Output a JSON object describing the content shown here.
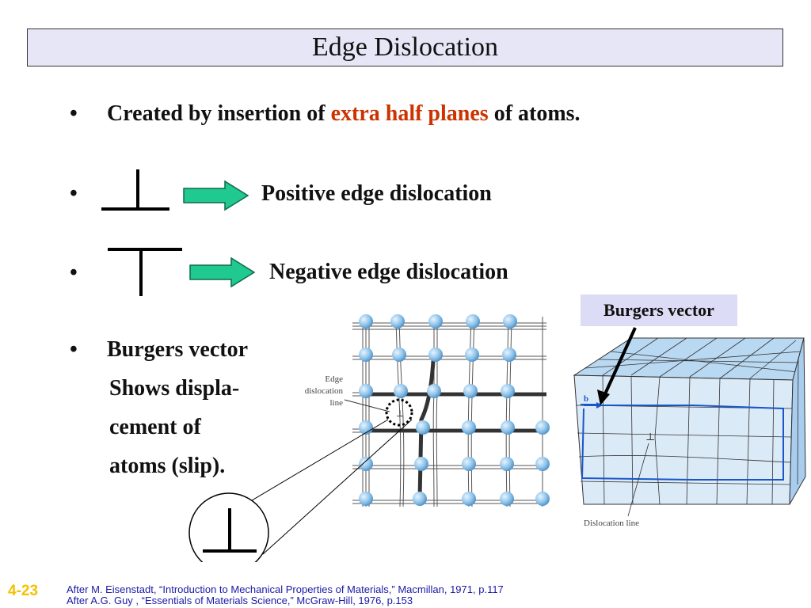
{
  "title": "Edge Dislocation",
  "bullets": {
    "marker": "•",
    "b1_pre": "Created by insertion of ",
    "b1_red": "extra half planes",
    "b1_post": " of atoms.",
    "b2": "Positive edge dislocation",
    "b3": "Negative edge dislocation",
    "b4_line1": "Burgers vector",
    "b4_line2": "Shows displa-",
    "b4_line3": "cement of",
    "b4_line4": "atoms (slip)."
  },
  "figure_left": {
    "label_line1": "Edge",
    "label_line2": "dislocation",
    "label_line3": "line"
  },
  "figure_right": {
    "callout": "Burgers vector",
    "b_label": "b",
    "dislocation_label": "Dislocation line"
  },
  "footer": {
    "slide_number": "4-23",
    "citation1": "After M. Eisenstadt, “Introduction to Mechanical Properties of Materials,” Macmillan, 1971, p.117",
    "citation2": "After A.G. Guy , “Essentials of Materials Science,” McGraw-Hill, 1976, p.153"
  },
  "colors": {
    "accent_red": "#cc3300",
    "arrow_green": "#1fc98f",
    "title_bg": "#e6e6f7",
    "slide_no": "#f2c200",
    "cite_blue": "#1a1aa6"
  }
}
